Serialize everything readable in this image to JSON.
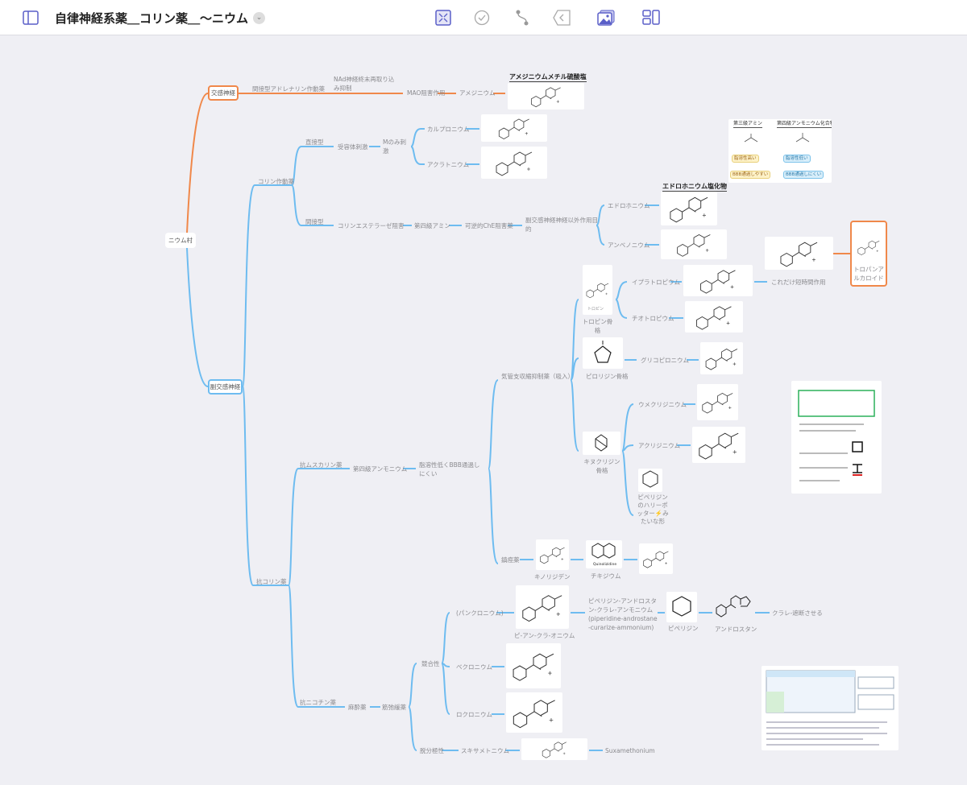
{
  "header": {
    "title": "自律神経系薬＿コリン薬＿〜ニウム",
    "icons": [
      "sidebar-toggle-icon",
      "collapse-icon",
      "check-icon",
      "path-icon",
      "back-icon",
      "gallery-icon",
      "layout-icon"
    ]
  },
  "colors": {
    "orange": "#f0884a",
    "blue": "#6ebcf0",
    "accent": "#5a5fc8"
  },
  "map": {
    "root": "ニウム村",
    "sympathetic": "交感神経",
    "parasympathetic": "副交感神経",
    "indirect_adrenergic": "間接型アドレナリン作動薬",
    "nad_reuptake": "NAd神経終末再取り込み抑制",
    "mao": "MAO阻害作用",
    "amezinium": "アメジニウム",
    "amezinium_img_title": "アメジニウムメチル硫酸塩",
    "cholinergic": "コリン作動薬",
    "direct": "直接型",
    "receptor_stim": "受容体刺激",
    "m_only": "Mのみ刺激",
    "carpronium": "カルプロニウム",
    "aclatonium": "アクラトニウム",
    "indirect": "間接型",
    "che_inhib": "コリンエステラーゼ阻害",
    "quaternary_amine": "第四級アミン",
    "reversible_che": "可逆的ChE阻害薬",
    "non_para_purpose": "副交感神経神経以外作用目的",
    "edrophonium": "エドロホニウム",
    "edrophonium_img_title": "エドロホニウム塩化物",
    "ambenonium": "アンベノニウム",
    "bbb_tertiary": "第三級アミン",
    "bbb_quaternary": "第四級アンモニウム化合物",
    "bbb_high": "脂溶性高い",
    "bbb_low": "脂溶性低い",
    "bbb_easy": "BBB通過しやすい",
    "bbb_hard": "BBB通過しにくい",
    "tropane_alkaloid": "トロパンアルカロイド",
    "anticholinergic": "抗コリン薬",
    "antimuscarinic": "抗ムスカリン薬",
    "quaternary_ammonium": "第四級アンモニウム",
    "low_lipo": "脂溶性低くBBB通過しにくい",
    "bronchodilator": "気管支収縮抑制薬（吸入）",
    "tropine_img_caption": "トロピン",
    "tropine_skeleton": "トロピン骨格",
    "ipratropium": "イプラトロピウム",
    "short_acting": "これだけ短時間作用",
    "tiotropium": "チオトロピウム",
    "pyrrolidine_skeleton": "ピロリジン骨格",
    "glycopyrronium": "グリコピロニウム",
    "quinuclidine_skeleton": "キヌクリジン骨格",
    "umeclidinium": "ウメクリジニウム",
    "aclidinium": "アクリジニウム",
    "piperidine_harry": "ピペリジンのハリーポッター⚡️みたいな形",
    "antispasmodic": "鎮痙薬",
    "quinolizidene": "キノリジデン",
    "quinolizidine_caption": "Quinolizidine",
    "timepidium": "チキジウム",
    "antinicotinic": "抗ニコチン薬",
    "anesthetic": "麻酔薬",
    "muscle_relaxant": "筋弛緩薬",
    "competitive": "競合性",
    "pancuronium": "(パンクロニウム)",
    "pi_an_cura_onium": "ピ-アン-クラ-オニウム",
    "pan_explain": "ピペリジン-アンドロスタン-クラレ-アンモニウム (piperidine-androstane-curarize-ammonium)",
    "piperidine": "ピペリジン",
    "androstane": "アンドロスタン",
    "curare_block": "クラレ-遮断させる",
    "vecuronium": "ベクロニウム",
    "rocuronium": "ロクロニウム",
    "depolarizing": "脱分極性",
    "suxamethonium_jp": "スキサメトニウム",
    "suxamethonium_en": "Suxamethonium"
  }
}
